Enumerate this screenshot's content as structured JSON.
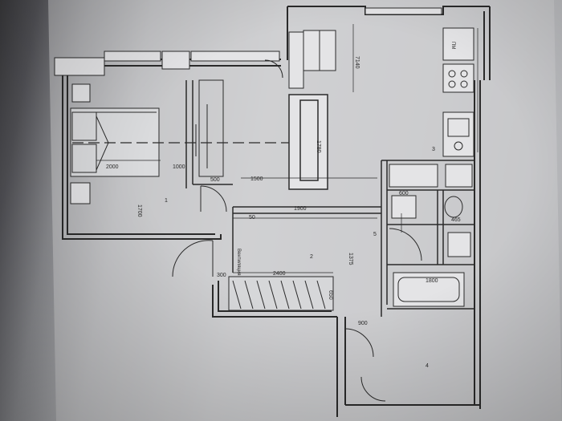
{
  "colors": {
    "paper": "#cfd0d2",
    "ink": "#2a2a2a",
    "wall_fill": "#e4e4e6"
  },
  "dimensions": {
    "d7140": "7140",
    "d1780": "1780",
    "d1500": "1500",
    "d1000": "1000",
    "d500": "500",
    "d50": "50",
    "d1900": "1900",
    "d2400": "2400",
    "d1800": "1800",
    "d900": "900",
    "d650": "650",
    "d300": "300",
    "d2000": "2000",
    "d1375": "1375",
    "d1700": "1700",
    "d600": "600",
    "d465": "465"
  },
  "room_numbers": {
    "r1": "1",
    "r2": "2",
    "r3": "3",
    "r4": "4",
    "r5": "5"
  },
  "labels": {
    "appliance": "ПМ",
    "note": "Вентиляция"
  }
}
